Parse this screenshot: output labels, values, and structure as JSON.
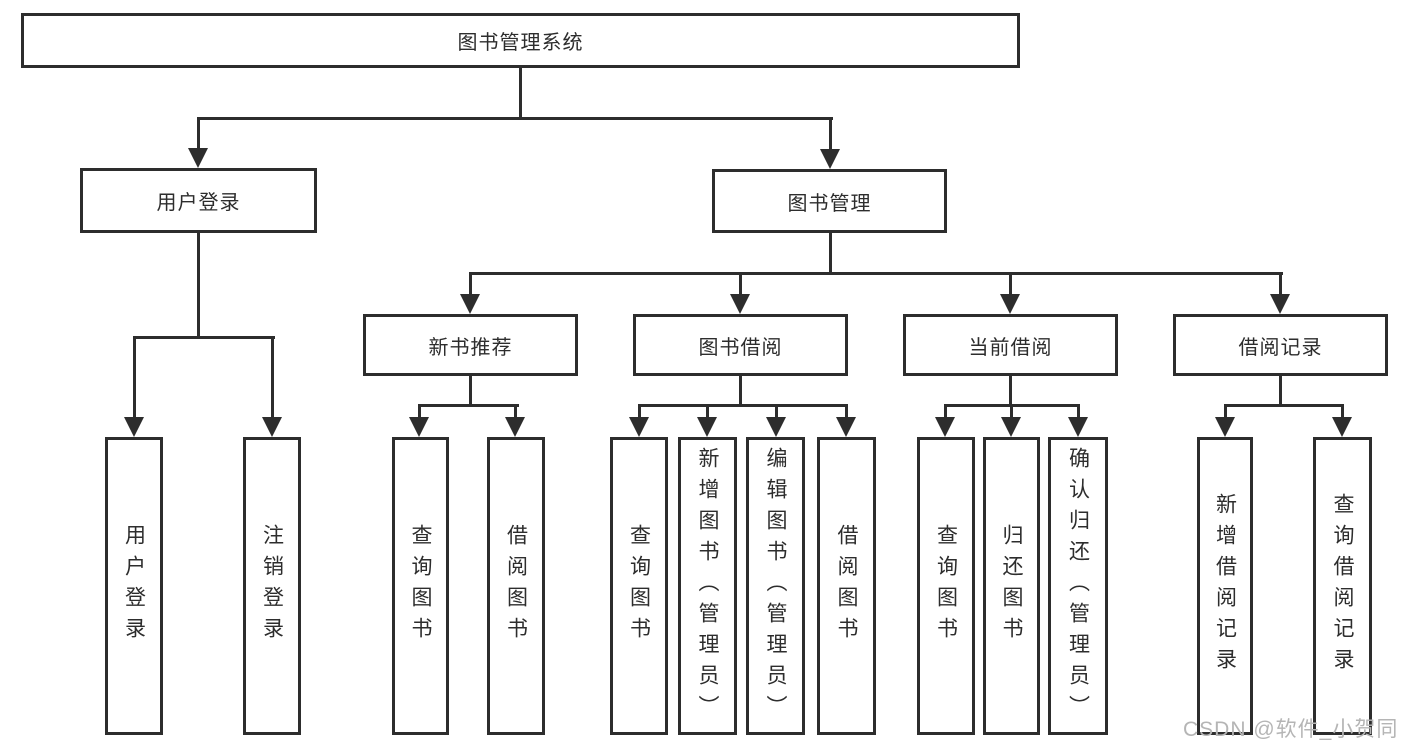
{
  "tree": {
    "root": {
      "label": "图书管理系统"
    },
    "children": [
      {
        "label": "用户登录",
        "children": [
          {
            "label": "用户登录"
          },
          {
            "label": "注销登录"
          }
        ]
      },
      {
        "label": "图书管理",
        "children": [
          {
            "label": "新书推荐",
            "children": [
              {
                "label": "查询图书"
              },
              {
                "label": "借阅图书"
              }
            ]
          },
          {
            "label": "图书借阅",
            "children": [
              {
                "label": "查询图书"
              },
              {
                "label": "新增图书（管理员）"
              },
              {
                "label": "编辑图书（管理员）"
              },
              {
                "label": "借阅图书"
              }
            ]
          },
          {
            "label": "当前借阅",
            "children": [
              {
                "label": "查询图书"
              },
              {
                "label": "归还图书"
              },
              {
                "label": "确认归还（管理员）"
              }
            ]
          },
          {
            "label": "借阅记录",
            "children": [
              {
                "label": "新增借阅记录"
              },
              {
                "label": "查询借阅记录"
              }
            ]
          }
        ]
      }
    ]
  },
  "watermark": {
    "text": "CSDN @软件_小贺同学",
    "color": "#b5b5b5"
  },
  "colors": {
    "line": "#2d2d2d",
    "box_border": "#2d2d2d",
    "text": "#2d2d2d",
    "background": "#ffffff"
  }
}
